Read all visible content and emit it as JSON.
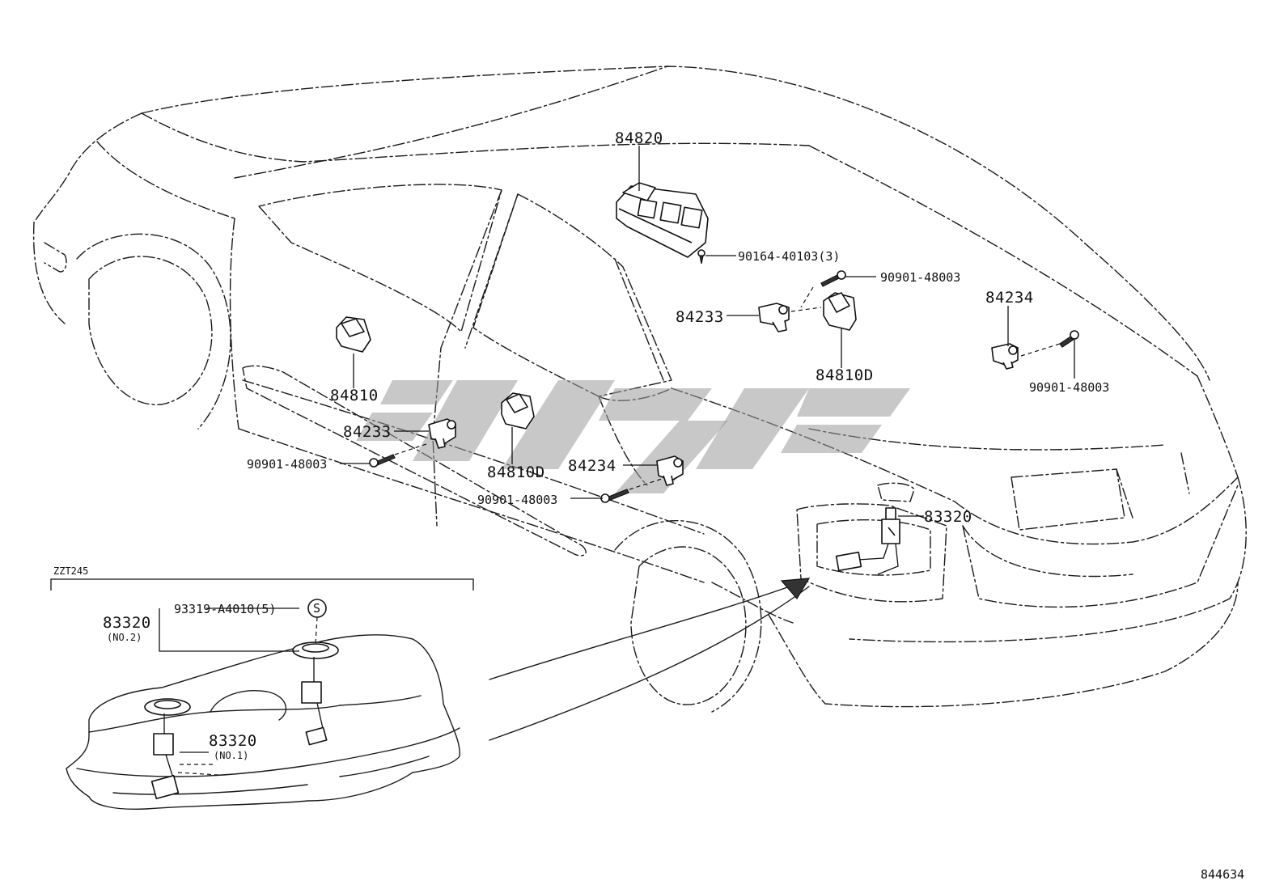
{
  "labels": {
    "switch_master": "84820",
    "screw_master": "90164-40103(3)",
    "bolt_a": "90901-48003",
    "bolt_b": "90901-48003",
    "bolt_c": "90901-48003",
    "bolt_d": "90901-48003",
    "courtesy_front_right": "84233",
    "courtesy_front_left": "84233",
    "courtesy_rear_right": "84234",
    "courtesy_rear_left": "84234",
    "switch_front_left": "84810",
    "switch_rear_right": "84810D",
    "switch_rear_left": "84810D",
    "fuel_gauge": "83320",
    "inset_model": "ZZT245",
    "inset_gauge_no2": "83320",
    "inset_gauge_no2_note": "(NO.2)",
    "inset_screw": "93319-A4010(5)",
    "inset_screw_symbol": "S",
    "inset_gauge_no1": "83320",
    "inset_gauge_no1_note": "(NO.1)",
    "illustration_number": "844634"
  }
}
